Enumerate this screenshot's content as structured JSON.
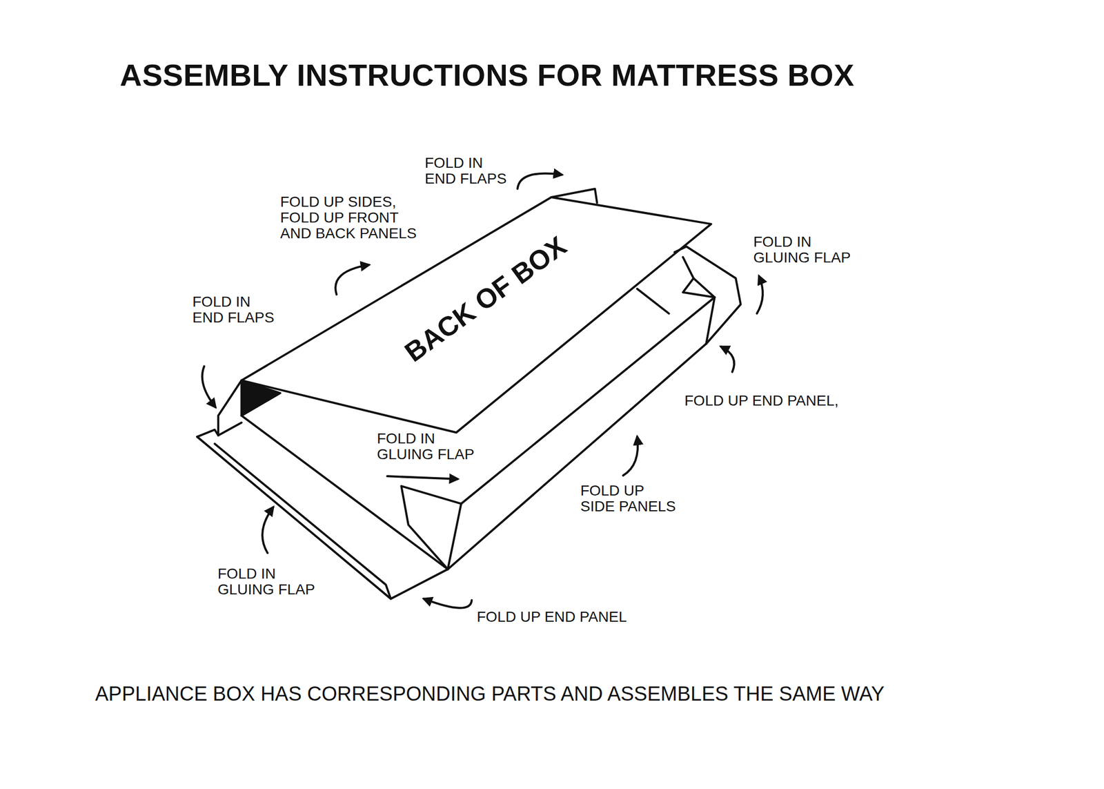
{
  "diagram": {
    "title": "ASSEMBLY INSTRUCTIONS FOR MATTRESS BOX",
    "caption": "APPLIANCE BOX HAS CORRESPONDING PARTS AND ASSEMBLES THE SAME WAY",
    "labels": [
      "FOLD IN END FLAPS",
      "FOLD UP SIDES, FOLD UP FRONT AND BACK PANELS",
      "FOLD IN GLUING FLAP",
      "BACK OF BOX",
      "FOLD IN END FLAPS",
      "FOLD UP END PANEL,",
      "FOLD IN GLUING FLAP",
      "FOLD UP SIDE PANELS",
      "FOLD IN GLUING FLAP",
      "FOLD UP END PANEL"
    ]
  }
}
